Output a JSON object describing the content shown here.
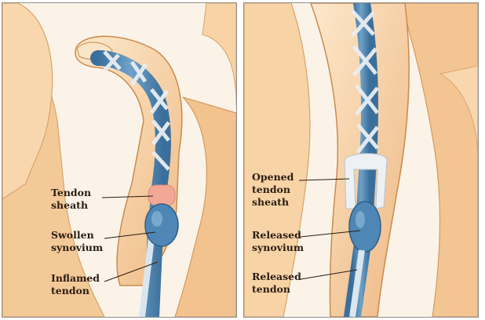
{
  "panels": [
    {
      "id": "before-release",
      "labels": [
        {
          "key": "tendon_sheath",
          "text": "Tendon\nsheath"
        },
        {
          "key": "swollen_synovium",
          "text": "Swollen\nsynovium"
        },
        {
          "key": "inflamed_tendon",
          "text": "Inflamed\ntendon"
        }
      ]
    },
    {
      "id": "after-release",
      "labels": [
        {
          "key": "opened_tendon_sheath",
          "text": "Opened\ntendon\nsheath"
        },
        {
          "key": "released_synovium",
          "text": "Released\nsynovium"
        },
        {
          "key": "released_tendon",
          "text": "Released\ntendon"
        }
      ]
    }
  ],
  "colors": {
    "skin_light": "#fbe3c2",
    "skin_mid": "#f2c08c",
    "skin_dark": "#d99a5c",
    "tendon_blue": "#4e87b5",
    "tendon_light": "#9ec4df",
    "sheath_white": "#eef1f4",
    "inflamed_pink": "#f2a896",
    "label_text": "#2a1c12"
  }
}
